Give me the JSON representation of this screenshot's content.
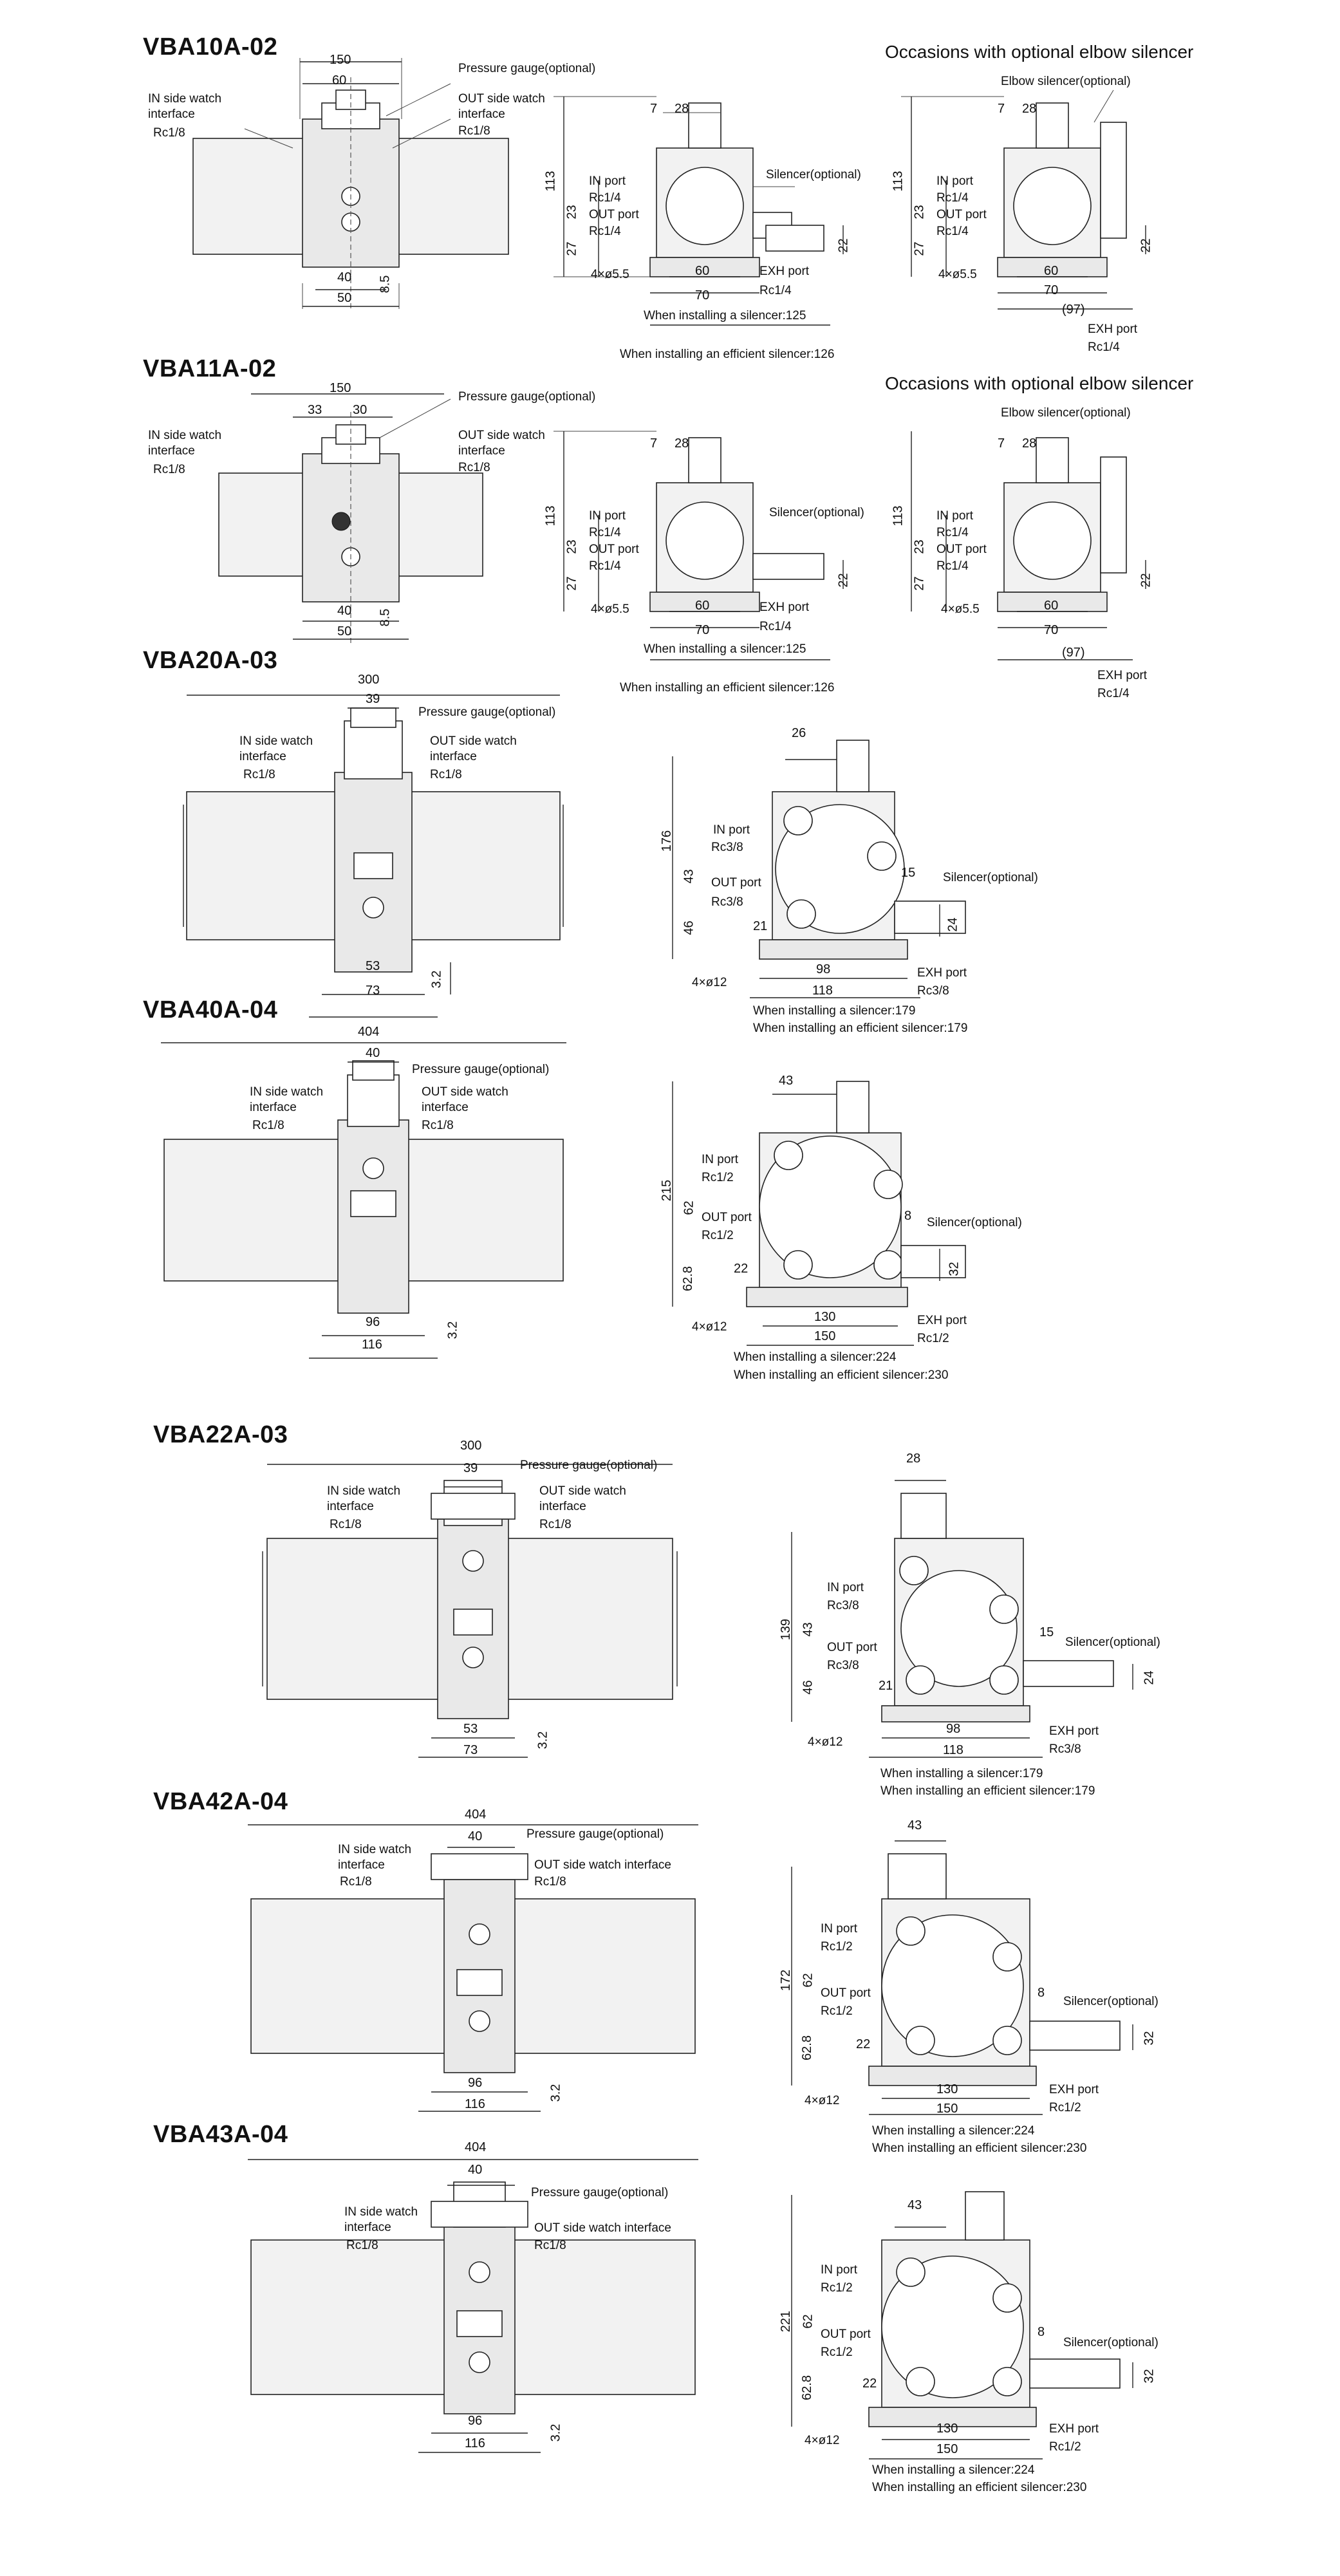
{
  "titles": {
    "vba10": "VBA10A-02",
    "vba11": "VBA11A-02",
    "vba20": "VBA20A-03",
    "vba40": "VBA40A-04",
    "vba22": "VBA22A-03",
    "vba42": "VBA42A-04",
    "vba43": "VBA43A-04"
  },
  "elbow_header": "Occasions with optional elbow silencer",
  "labels": {
    "pressure_gauge": "Pressure gauge(optional)",
    "in_watch_1": "IN side watch",
    "in_watch_2": "interface",
    "out_watch_1": "OUT side watch",
    "out_watch_2": "interface",
    "out_watch_full": "OUT side watch interface",
    "rc18": "Rc1/8",
    "in_port": "IN port",
    "out_port": "OUT port",
    "exh_port": "EXH port",
    "rc14": "Rc1/4",
    "rc38": "Rc3/8",
    "rc12": "Rc1/2",
    "silencer": "Silencer(optional)",
    "elbow_silencer": "Elbow silencer(optional)",
    "hole55": "4×ø5.5",
    "hole12": "4×ø12"
  },
  "notes": {
    "sil125": "When installing a silencer:125",
    "eff126": "When installing an efficient silencer:126",
    "sil179": "When installing a silencer:179",
    "eff179": "When installing an efficient silencer:179",
    "sil224": "When installing a silencer:224",
    "eff230": "When installing an efficient silencer:230"
  },
  "dims": {
    "d150": "150",
    "d60": "60",
    "d40": "40",
    "d50": "50",
    "d85": "8.5",
    "d33": "33",
    "d30": "30",
    "d7": "7",
    "d28": "28",
    "d113": "113",
    "d23": "23",
    "d27": "27",
    "d22": "22",
    "d70": "70",
    "d97": "(97)",
    "d300": "300",
    "d39": "39",
    "d53": "53",
    "d73": "73",
    "d32": "3.2",
    "d26": "26",
    "d176": "176",
    "d43": "43",
    "d46": "46",
    "d21": "21",
    "d15": "15",
    "d24": "24",
    "d98": "98",
    "d118": "118",
    "d404": "404",
    "d96": "96",
    "d116": "116",
    "d215": "215",
    "d62": "62",
    "d628": "62.8",
    "d8": "8",
    "d32b": "32",
    "d130": "130",
    "d139": "139",
    "d172": "172",
    "d221": "221"
  }
}
